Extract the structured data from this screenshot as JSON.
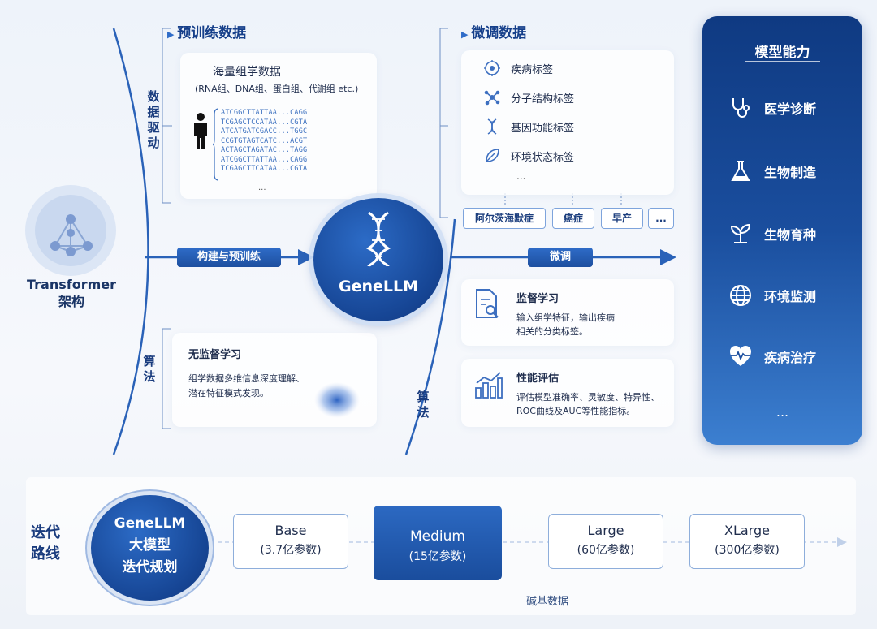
{
  "pretrain": {
    "section_title": "预训练数据",
    "data_driven_label": [
      "数",
      "据",
      "驱",
      "动"
    ],
    "omics_title": "海量组学数据",
    "omics_subtitle": "(RNA组、DNA组、蛋白组、代谢组 etc.)",
    "sequences": [
      "ATCGGCTTATTAA...CAGG",
      "TCGAGCTCCATAA...CGTA",
      "ATCATGATCGACC...TGGC",
      "CCGTGTAGTCATC...ACGT",
      "ACTAGCTAGATAC...TAGG",
      "ATCGGCTTATTAA...CAGG",
      "TCGAGCTTCATAA...CGTA"
    ],
    "ellipsis": "..."
  },
  "transformer": {
    "line1": "Transformer",
    "line2": "架构"
  },
  "build_label": "构建与预训练",
  "center_model": "GeneLLM",
  "finetune_label": "微调",
  "algo_left": {
    "label": [
      "算",
      "法"
    ],
    "title": "无监督学习",
    "desc_line1": "组学数据多维信息深度理解、",
    "desc_line2": "潜在特征模式发现。"
  },
  "finetune_data": {
    "section_title": "微调数据",
    "items": [
      {
        "icon": "disease-icon",
        "label": "疾病标签"
      },
      {
        "icon": "molecule-icon",
        "label": "分子结构标签"
      },
      {
        "icon": "dna-icon",
        "label": "基因功能标签"
      },
      {
        "icon": "leaf-icon",
        "label": "环境状态标签"
      }
    ],
    "ellipsis": "...",
    "tags": [
      "阿尔茨海默症",
      "癌症",
      "早产",
      "..."
    ]
  },
  "algo_right": {
    "label": [
      "算",
      "法"
    ],
    "supervised_title": "监督学习",
    "supervised_line1": "输入组学特征，输出疾病",
    "supervised_line2": "相关的分类标签。",
    "eval_title": "性能评估",
    "eval_line1": "评估模型准确率、灵敏度、特异性、",
    "eval_line2": "ROC曲线及AUC等性能指标。"
  },
  "capabilities": {
    "title": "模型能力",
    "items": [
      {
        "icon": "stethoscope-icon",
        "label": "医学诊断"
      },
      {
        "icon": "flask-icon",
        "label": "生物制造"
      },
      {
        "icon": "sprout-icon",
        "label": "生物育种"
      },
      {
        "icon": "globe-icon",
        "label": "环境监测"
      },
      {
        "icon": "heart-pulse-icon",
        "label": "疾病治疗"
      }
    ],
    "ellipsis": "..."
  },
  "roadmap": {
    "label": [
      "迭代",
      "路线"
    ],
    "hub_line1": "GeneLLM",
    "hub_line2": "大模型",
    "hub_line3": "迭代规划",
    "stages": [
      {
        "name": "Base",
        "params": "(3.7亿参数)"
      },
      {
        "name": "Medium",
        "params": "(15亿参数)"
      },
      {
        "name": "Large",
        "params": "(60亿参数)"
      },
      {
        "name": "XLarge",
        "params": "(300亿参数)"
      }
    ],
    "footnote": "碱基数据"
  },
  "colors": {
    "primary": "#1d4f9f",
    "accent": "#2f6cc8",
    "panel_top": "#0f3a82",
    "panel_bottom": "#3c7fd0"
  }
}
